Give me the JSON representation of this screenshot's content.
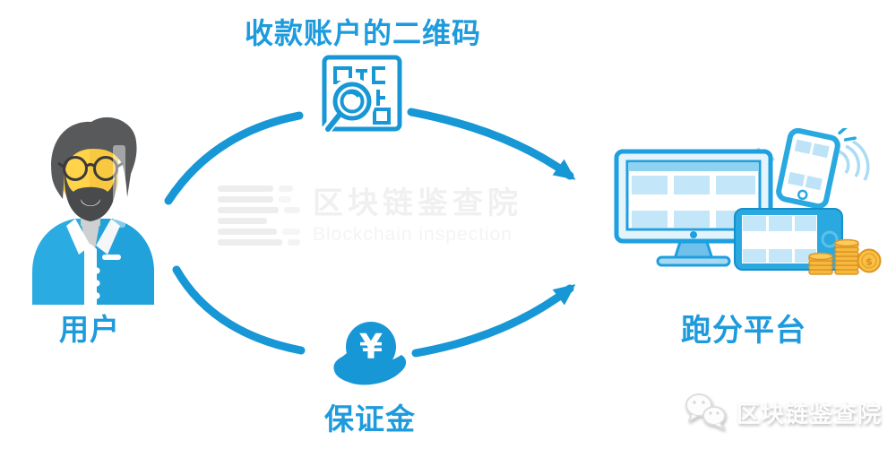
{
  "labels": {
    "title": "收款账户的二维码",
    "user": "用户",
    "deposit": "保证金",
    "platform": "跑分平台"
  },
  "watermark": {
    "brand_cn": "区块链鉴查院",
    "brand_en": "Blockchain inspection"
  },
  "footer": {
    "brand": "区块链鉴查院"
  },
  "icons": {
    "qr_icon": "qr-code-with-magnifier",
    "user_icon": "bearded-man-avatar",
    "deposit_icon": "hand-holding-yuan-coin",
    "platform_icon": "monitor-tablet-phone-gold-coins",
    "watermark_icon": "text-lines-logo",
    "footer_icon": "wechat-chat-bubbles"
  },
  "flow": {
    "top_path": [
      "用户",
      "收款账户的二维码",
      "跑分平台"
    ],
    "bottom_path": [
      "用户",
      "保证金",
      "跑分平台"
    ]
  },
  "colors": {
    "primary_blue": "#1797d6",
    "label_blue": "#1e9bdc",
    "tile_light_blue": "#c3e6f8",
    "device_blue": "#29a9e0",
    "coin_gold": "#f6b83d",
    "avatar_jacket": "#2aace3",
    "avatar_skin": "#ffd34a",
    "avatar_hair": "#58595b",
    "watermark_gray": "#f0f0f0",
    "background": "#ffffff"
  }
}
